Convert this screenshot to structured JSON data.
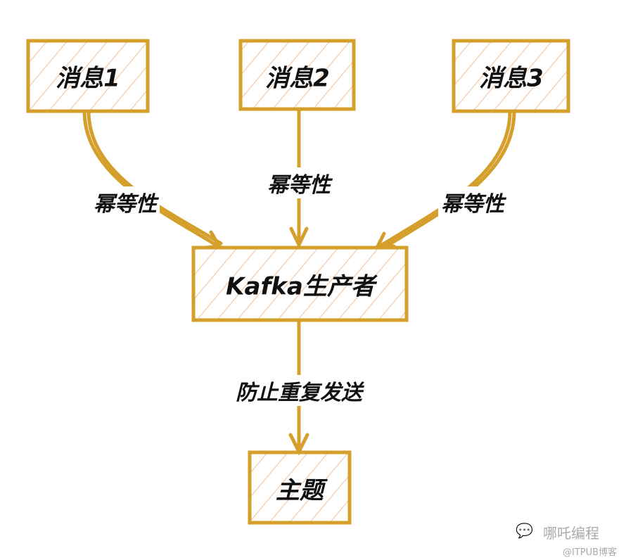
{
  "nodes": {
    "msg1": "消息1",
    "msg2": "消息2",
    "msg3": "消息3",
    "producer": "Kafka生产者",
    "topic": "主题"
  },
  "edges": {
    "e1": "幂等性",
    "e2": "幂等性",
    "e3": "幂等性",
    "e4": "防止重复发送"
  },
  "watermark": {
    "name": "哪吒编程",
    "source": "@ITPUB博客"
  },
  "colors": {
    "stroke": "#d49f2a",
    "hatch": "#f6d3b8"
  }
}
